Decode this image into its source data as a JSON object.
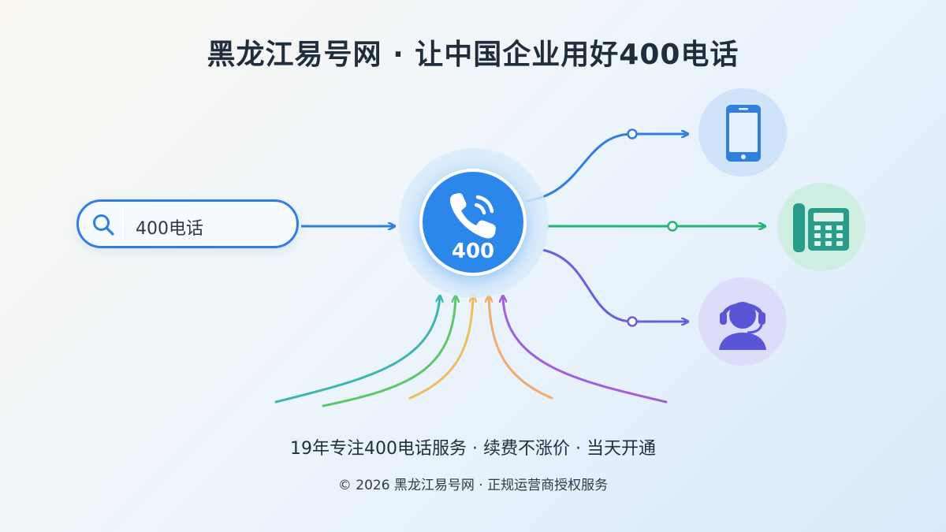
{
  "title": "黑龙江易号网 · 让中国企业用好400电话",
  "search": {
    "value": "400电话",
    "icon": "search-icon"
  },
  "hub": {
    "label": "400",
    "icon": "phone-handset-icon"
  },
  "destinations": [
    {
      "name": "mobile",
      "icon": "mobile-phone-icon"
    },
    {
      "name": "desk-phone",
      "icon": "desk-phone-icon"
    },
    {
      "name": "agent",
      "icon": "customer-service-agent-icon"
    }
  ],
  "slogan": "19年专注400电话服务 · 续费不涨价 · 当天开通",
  "footer": "© 2026 黑龙江易号网 · 正规运营商授权服务",
  "colors": {
    "blue": "#2f7fe0",
    "green": "#22b573",
    "purple": "#6a5fd8",
    "teal": "#2ab0a6",
    "yellow": "#f2b84b",
    "orange": "#f5a86a",
    "violet": "#9b4fd6"
  }
}
